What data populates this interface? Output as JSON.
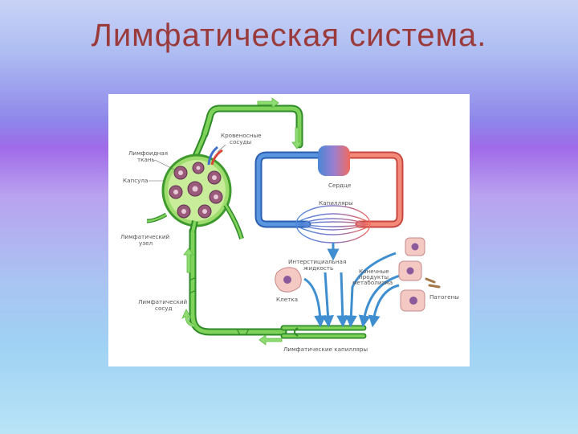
{
  "slide": {
    "title": "Лимфатическая система."
  },
  "diagram": {
    "labels": {
      "blood_vessels_1": "Кровеносные",
      "blood_vessels_2": "сосуды",
      "lymphoid_tissue_1": "Лимфоидная",
      "lymphoid_tissue_2": "ткань",
      "capsule": "Капсула",
      "lymph_node_1": "Лимфатический",
      "lymph_node_2": "узел",
      "lymph_vessel_1": "Лимфатический",
      "lymph_vessel_2": "сосуд",
      "heart": "Сердце",
      "capillaries": "Капилляры",
      "interstitial_1": "Интерстициальная",
      "interstitial_2": "жидкость",
      "end_products_1": "Конечные",
      "end_products_2": "продукты",
      "end_products_3": "метаболизма",
      "cell": "Клетка",
      "pathogens": "Патогены",
      "lymph_capillaries": "Лимфатические капилляры"
    },
    "colors": {
      "lymph_green": "#5dbb3f",
      "lymph_dark": "#2f8a28",
      "blood_blue": "#4a86d6",
      "blood_red": "#f06a5e",
      "arrow_blue": "#3f8fd0",
      "tissue_purple": "#9a5a7a",
      "cell_pink": "#f4c9c4"
    }
  }
}
